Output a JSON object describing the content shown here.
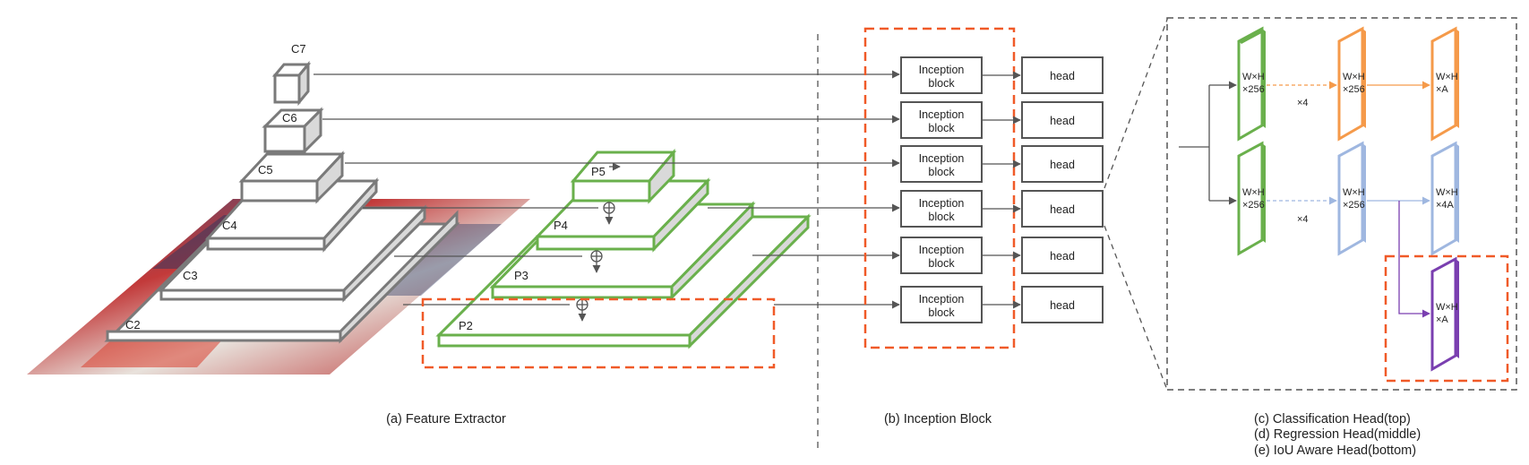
{
  "backbone_levels": [
    "C7",
    "C6",
    "C5",
    "C4",
    "C3",
    "C2"
  ],
  "pyramid_levels": [
    "P5",
    "P4",
    "P3",
    "P2"
  ],
  "inception_block": {
    "line1": "Inception",
    "line2": "block"
  },
  "head_label": "head",
  "head_boxes": {
    "cls_in": {
      "line1": "W×H",
      "line2": "×256"
    },
    "cls_mid": {
      "line1": "W×H",
      "line2": "×256"
    },
    "cls_out": {
      "line1": "W×H",
      "line2": "×A"
    },
    "reg_in": {
      "line1": "W×H",
      "line2": "×256"
    },
    "reg_mid": {
      "line1": "W×H",
      "line2": "×256"
    },
    "reg_out": {
      "line1": "W×H",
      "line2": "×4A"
    },
    "iou_out": {
      "line1": "W×H",
      "line2": "×A"
    }
  },
  "repeat_label": "×4",
  "captions": {
    "a": "(a) Feature Extractor",
    "b": "(b) Inception Block",
    "c": "(c) Classification Head(top)",
    "d": "(d) Regression Head(middle)",
    "e": "(e) IoU Aware Head(bottom)"
  },
  "colors": {
    "backbone": "#7a7a7a",
    "pyramid": "#6ab04c",
    "highlight": "#f05a28",
    "cls": "#f59a4a",
    "reg": "#9fb7e0",
    "iou": "#7a3fb0",
    "line": "#555555"
  }
}
